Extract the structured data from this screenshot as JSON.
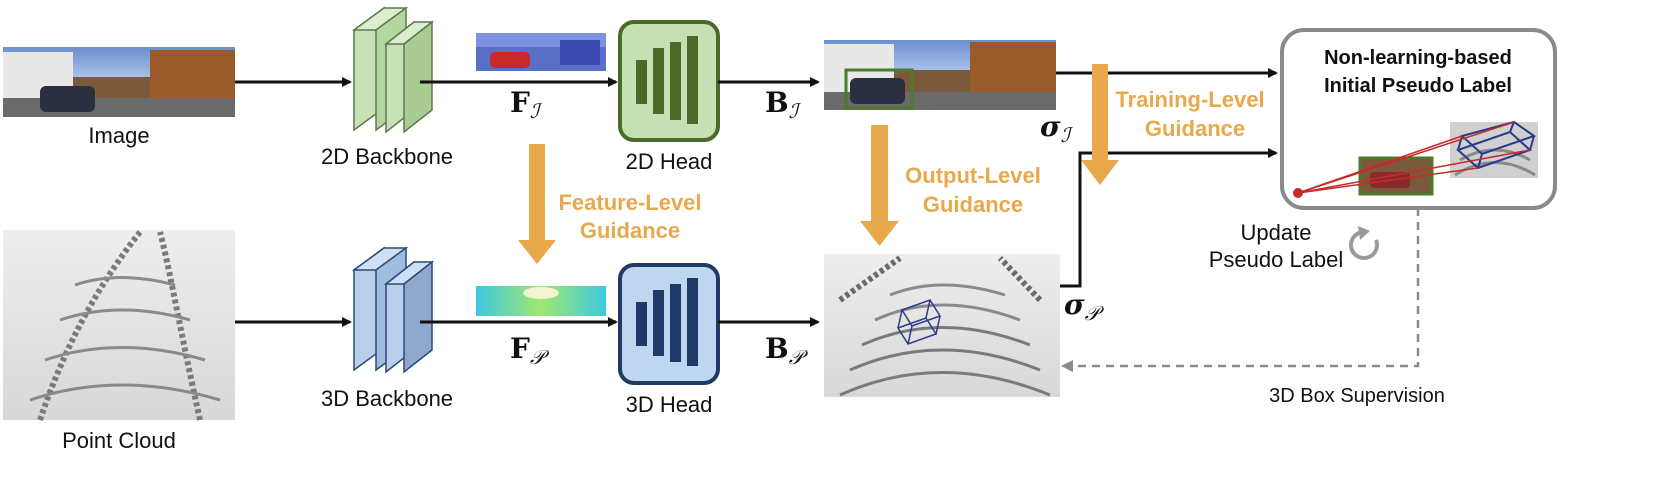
{
  "labels": {
    "image": "Image",
    "point_cloud": "Point Cloud",
    "backbone_2d": "2D Backbone",
    "backbone_3d": "3D Backbone",
    "head_2d": "2D Head",
    "head_3d": "3D Head",
    "feature_img_main": "F",
    "feature_img_sub": "ℐ",
    "feature_pc_main": "F",
    "feature_pc_sub": "𝒫",
    "box_img_main": "B",
    "box_img_sub": "ℐ",
    "box_pc_main": "B",
    "box_pc_sub": "𝒫",
    "sigma_img_main": "σ",
    "sigma_img_sub": "ℐ",
    "sigma_pc_main": "σ",
    "sigma_pc_sub": "𝒫",
    "feature_guidance_line1": "Feature-Level",
    "feature_guidance_line2": "Guidance",
    "output_guidance_line1": "Output-Level",
    "output_guidance_line2": "Guidance",
    "training_guidance_line1": "Training-Level",
    "training_guidance_line2": "Guidance",
    "pseudo_title_line1": "Non-learning-based",
    "pseudo_title_line2": "Initial Pseudo Label",
    "update_line1": "Update",
    "update_line2": "Pseudo Label",
    "supervision": "3D Box Supervision"
  },
  "colors": {
    "guidance_orange": "#e8a84c",
    "backbone_2d": "#c8e2b8",
    "head_2d_fill": "#c6e0b4",
    "head_2d_border": "#4a6a2a",
    "backbone_3d": "#b8d0ec",
    "head_3d_fill": "#bfd6f0",
    "head_3d_border": "#1f3a66",
    "bbox_2d": "#4a7a2a",
    "bbox_3d": "#2a3a8a"
  }
}
